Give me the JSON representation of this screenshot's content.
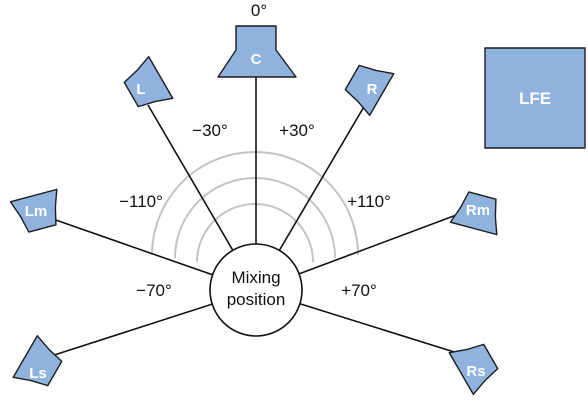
{
  "colors": {
    "speaker_fill": "#8fb3de",
    "outline": "#1c1c1c",
    "arc": "#c4c4c4",
    "line": "#111111"
  },
  "top_angle": "0°",
  "mixing_position": {
    "line1": "Mixing",
    "line2": "position"
  },
  "lfe": {
    "label": "LFE"
  },
  "speakers": [
    {
      "id": "c",
      "label": "C"
    },
    {
      "id": "l",
      "label": "L"
    },
    {
      "id": "r",
      "label": "R"
    },
    {
      "id": "lm",
      "label": "Lm"
    },
    {
      "id": "rm",
      "label": "Rm"
    },
    {
      "id": "ls",
      "label": "Ls"
    },
    {
      "id": "rs",
      "label": "Rs"
    }
  ],
  "angles": {
    "l": "−30°",
    "r": "+30°",
    "lm": "−110°",
    "rm": "+110°",
    "ls": "−70°",
    "rs": "+70°"
  }
}
